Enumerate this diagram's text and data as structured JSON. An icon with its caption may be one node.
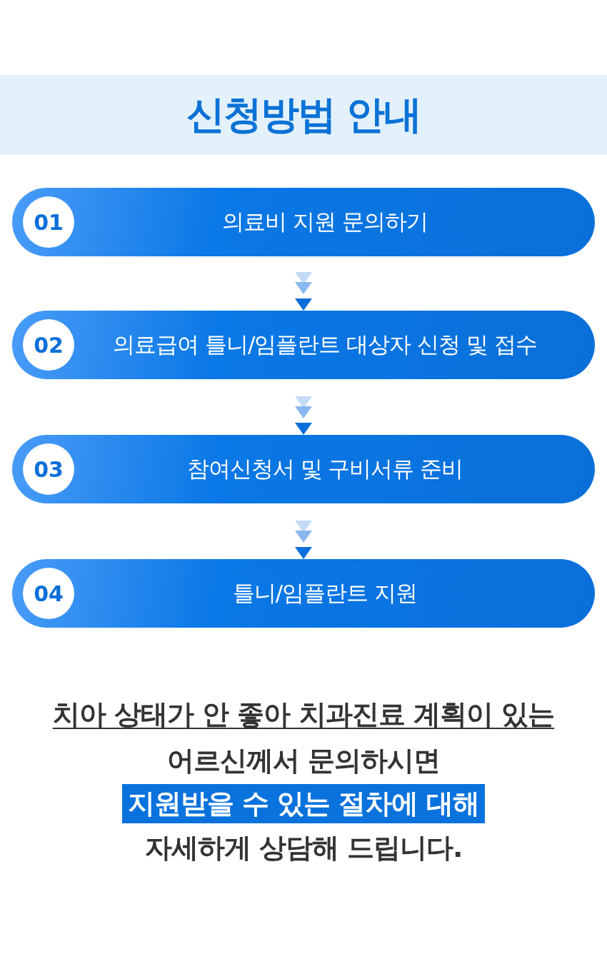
{
  "diagram": {
    "title": "신청방법 안내",
    "nodes": [
      {
        "text": [
          "01",
          "의료비 지원 문의하기"
        ]
      },
      {
        "text": [
          "02",
          "의료급여 틀니/임플란트 대상자 신청 및 접수"
        ]
      },
      {
        "text": [
          "03",
          "참여신청서 및 구비서류 준비"
        ]
      },
      {
        "text": [
          "04",
          "틀니/임플란트 지원"
        ]
      }
    ],
    "edges": [
      {
        "from": 0,
        "to": 1,
        "arrow": "to"
      },
      {
        "from": 1,
        "to": 2,
        "arrow": "to"
      },
      {
        "from": 2,
        "to": 3,
        "arrow": "to"
      }
    ],
    "labels": [
      "치아 상태가 안 좋아 치과진료 계획이 있는",
      "어르신께서 문의하시면",
      "지원받을 수 있는 절차에 대해",
      "자세하게 상담해 드립니다."
    ]
  }
}
